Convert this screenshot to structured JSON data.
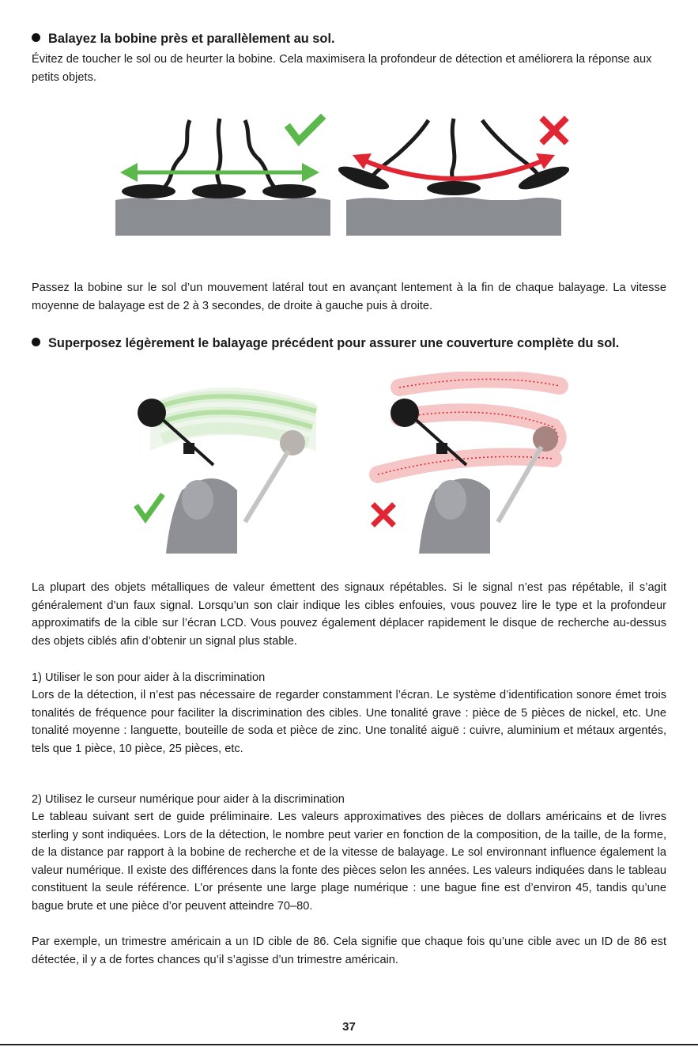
{
  "section1": {
    "heading": "Balayez la bobine près et parallèlement au sol.",
    "body": "Évitez de toucher le sol ou de heurter la bobine. Cela maximisera la profondeur de détection et améliorera la réponse aux petits objets."
  },
  "para_sweep": "Passez la bobine sur le sol d’un mouvement latéral tout en avançant lentement à la fin de chaque balayage. La vitesse moyenne de balayage est de 2 à 3 secondes, de droite à gauche puis à droite.",
  "section2": {
    "heading": "Superposez légèrement le balayage précédent pour assurer une couverture complète du sol."
  },
  "para_signals": "La plupart des objets métalliques de valeur émettent des signaux répétables. Si le signal n’est pas répétable, il s’agit généralement d’un faux signal. Lorsqu’un son clair indique les cibles enfouies, vous pouvez lire le type et la profondeur approximatifs de la cible sur l’écran LCD. Vous pouvez également déplacer rapidement le disque de recherche au-dessus des objets ciblés afin d’obtenir un signal plus stable.",
  "item1": {
    "title": "1) Utiliser le son pour aider à la discrimination",
    "body": "Lors de la détection, il n’est pas nécessaire de regarder constamment l’écran. Le système d’identification sonore émet trois tonalités de fréquence pour faciliter la discrimination des cibles. Une tonalité grave : pièce de 5 pièces de nickel, etc. Une tonalité moyenne : languette, bouteille de soda et pièce de zinc. Une tonalité aiguë : cuivre, aluminium et métaux argentés, tels que 1 pièce, 10 pièce, 25 pièces, etc."
  },
  "item2": {
    "title": "2) Utilisez le curseur numérique pour aider à la discrimination",
    "body": "Le tableau suivant sert de guide préliminaire. Les valeurs approximatives des pièces de dollars américains et de livres sterling y sont indiquées. Lors de la détection, le nombre peut varier en fonction de la composition, de la taille, de la forme, de la distance par rapport à la bobine de recherche et de la vitesse de balayage. Le sol environnant influence également la valeur numérique. Il existe des différences dans la fonte des pièces selon les années. Les valeurs indiquées dans le tableau constituent la seule référence. L’or présente une large plage numérique : une bague fine est d’environ 45, tandis qu’une bague brute et une pièce d’or peuvent atteindre 70–80.",
    "example": "Par exemple, un trimestre américain a un ID cible de 86. Cela signifie que chaque fois qu’une cible avec un ID de 86 est détectée, il y a de fortes chances qu’il s’agisse d’un trimestre américain."
  },
  "page_number": "37",
  "colors": {
    "correct_green": "#5ab94a",
    "wrong_red": "#e02633",
    "ground_gray": "#8a8d92",
    "coil_black": "#1b1b1b",
    "halo_green": "#dff0d8",
    "halo_red": "#f6c6c6"
  },
  "icons": [
    "checkmark-icon",
    "cross-icon"
  ]
}
